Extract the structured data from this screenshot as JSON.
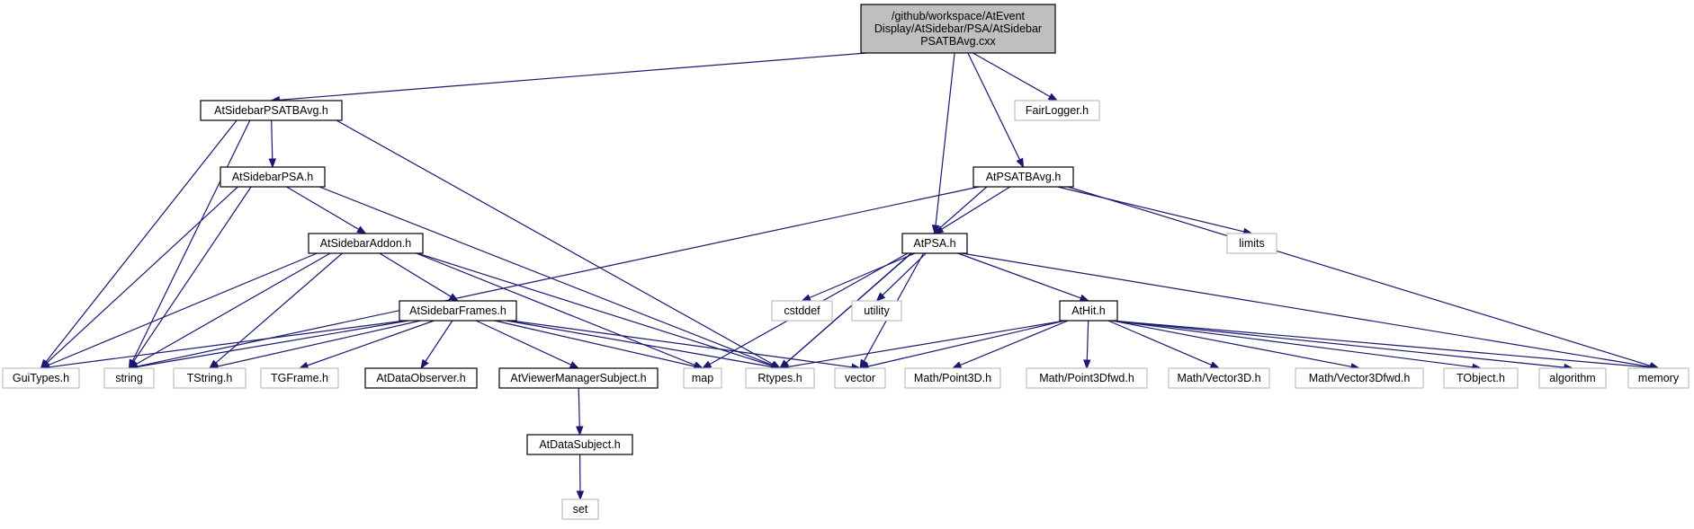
{
  "graph": {
    "nodes": [
      {
        "id": "root",
        "kind": "main",
        "lines": [
          "/github/workspace/AtEvent",
          "Display/AtSidebar/PSA/AtSidebar",
          "PSATBAvg.cxx"
        ]
      },
      {
        "id": "AtSidebarPSATBAvg_h",
        "kind": "doc",
        "lines": [
          "AtSidebarPSATBAvg.h"
        ]
      },
      {
        "id": "FairLogger_h",
        "kind": "ext",
        "lines": [
          "FairLogger.h"
        ]
      },
      {
        "id": "AtSidebarPSA_h",
        "kind": "doc",
        "lines": [
          "AtSidebarPSA.h"
        ]
      },
      {
        "id": "AtPSATBAvg_h",
        "kind": "doc",
        "lines": [
          "AtPSATBAvg.h"
        ]
      },
      {
        "id": "AtSidebarAddon_h",
        "kind": "doc",
        "lines": [
          "AtSidebarAddon.h"
        ]
      },
      {
        "id": "AtPSA_h",
        "kind": "doc",
        "lines": [
          "AtPSA.h"
        ]
      },
      {
        "id": "limits",
        "kind": "ext",
        "lines": [
          "limits"
        ]
      },
      {
        "id": "AtSidebarFrames_h",
        "kind": "doc",
        "lines": [
          "AtSidebarFrames.h"
        ]
      },
      {
        "id": "cstddef",
        "kind": "ext",
        "lines": [
          "cstddef"
        ]
      },
      {
        "id": "utility",
        "kind": "ext",
        "lines": [
          "utility"
        ]
      },
      {
        "id": "AtHit_h",
        "kind": "doc",
        "lines": [
          "AtHit.h"
        ]
      },
      {
        "id": "GuiTypes_h",
        "kind": "ext",
        "lines": [
          "GuiTypes.h"
        ]
      },
      {
        "id": "string",
        "kind": "ext",
        "lines": [
          "string"
        ]
      },
      {
        "id": "TString_h",
        "kind": "ext",
        "lines": [
          "TString.h"
        ]
      },
      {
        "id": "TGFrame_h",
        "kind": "ext",
        "lines": [
          "TGFrame.h"
        ]
      },
      {
        "id": "AtDataObserver_h",
        "kind": "doc",
        "lines": [
          "AtDataObserver.h"
        ]
      },
      {
        "id": "AtViewerManagerSubject_h",
        "kind": "doc",
        "lines": [
          "AtViewerManagerSubject.h"
        ]
      },
      {
        "id": "map",
        "kind": "ext",
        "lines": [
          "map"
        ]
      },
      {
        "id": "Rtypes_h",
        "kind": "ext",
        "lines": [
          "Rtypes.h"
        ]
      },
      {
        "id": "vector",
        "kind": "ext",
        "lines": [
          "vector"
        ]
      },
      {
        "id": "Math_Point3D_h",
        "kind": "ext",
        "lines": [
          "Math/Point3D.h"
        ]
      },
      {
        "id": "Math_Point3Dfwd_h",
        "kind": "ext",
        "lines": [
          "Math/Point3Dfwd.h"
        ]
      },
      {
        "id": "Math_Vector3D_h",
        "kind": "ext",
        "lines": [
          "Math/Vector3D.h"
        ]
      },
      {
        "id": "Math_Vector3Dfwd_h",
        "kind": "ext",
        "lines": [
          "Math/Vector3Dfwd.h"
        ]
      },
      {
        "id": "TObject_h",
        "kind": "ext",
        "lines": [
          "TObject.h"
        ]
      },
      {
        "id": "algorithm",
        "kind": "ext",
        "lines": [
          "algorithm"
        ]
      },
      {
        "id": "memory",
        "kind": "ext",
        "lines": [
          "memory"
        ]
      },
      {
        "id": "AtDataSubject_h",
        "kind": "doc",
        "lines": [
          "AtDataSubject.h"
        ]
      },
      {
        "id": "set",
        "kind": "ext",
        "lines": [
          "set"
        ]
      }
    ],
    "edges": [
      {
        "from": "root",
        "to": "AtSidebarPSATBAvg_h"
      },
      {
        "from": "root",
        "to": "FairLogger_h"
      },
      {
        "from": "root",
        "to": "AtPSATBAvg_h"
      },
      {
        "from": "root",
        "to": "AtPSA_h"
      },
      {
        "from": "AtSidebarPSATBAvg_h",
        "to": "AtSidebarPSA_h"
      },
      {
        "from": "AtSidebarPSATBAvg_h",
        "to": "GuiTypes_h"
      },
      {
        "from": "AtSidebarPSATBAvg_h",
        "to": "string"
      },
      {
        "from": "AtSidebarPSATBAvg_h",
        "to": "Rtypes_h"
      },
      {
        "from": "AtSidebarPSA_h",
        "to": "AtSidebarAddon_h"
      },
      {
        "from": "AtSidebarPSA_h",
        "to": "GuiTypes_h"
      },
      {
        "from": "AtSidebarPSA_h",
        "to": "string"
      },
      {
        "from": "AtSidebarPSA_h",
        "to": "Rtypes_h"
      },
      {
        "from": "AtPSATBAvg_h",
        "to": "AtPSA_h"
      },
      {
        "from": "AtPSATBAvg_h",
        "to": "limits"
      },
      {
        "from": "AtPSATBAvg_h",
        "to": "memory"
      },
      {
        "from": "AtPSATBAvg_h",
        "to": "string"
      },
      {
        "from": "AtPSATBAvg_h",
        "to": "Rtypes_h"
      },
      {
        "from": "AtSidebarAddon_h",
        "to": "AtSidebarFrames_h"
      },
      {
        "from": "AtSidebarAddon_h",
        "to": "GuiTypes_h"
      },
      {
        "from": "AtSidebarAddon_h",
        "to": "string"
      },
      {
        "from": "AtSidebarAddon_h",
        "to": "TString_h"
      },
      {
        "from": "AtSidebarAddon_h",
        "to": "map"
      },
      {
        "from": "AtSidebarAddon_h",
        "to": "Rtypes_h"
      },
      {
        "from": "AtPSA_h",
        "to": "AtHit_h"
      },
      {
        "from": "AtPSA_h",
        "to": "cstddef"
      },
      {
        "from": "AtPSA_h",
        "to": "utility"
      },
      {
        "from": "AtPSA_h",
        "to": "map"
      },
      {
        "from": "AtPSA_h",
        "to": "Rtypes_h"
      },
      {
        "from": "AtPSA_h",
        "to": "vector"
      },
      {
        "from": "AtPSA_h",
        "to": "memory"
      },
      {
        "from": "AtSidebarFrames_h",
        "to": "GuiTypes_h"
      },
      {
        "from": "AtSidebarFrames_h",
        "to": "string"
      },
      {
        "from": "AtSidebarFrames_h",
        "to": "TString_h"
      },
      {
        "from": "AtSidebarFrames_h",
        "to": "TGFrame_h"
      },
      {
        "from": "AtSidebarFrames_h",
        "to": "AtDataObserver_h"
      },
      {
        "from": "AtSidebarFrames_h",
        "to": "AtViewerManagerSubject_h"
      },
      {
        "from": "AtSidebarFrames_h",
        "to": "map"
      },
      {
        "from": "AtSidebarFrames_h",
        "to": "Rtypes_h"
      },
      {
        "from": "AtSidebarFrames_h",
        "to": "vector"
      },
      {
        "from": "AtHit_h",
        "to": "Rtypes_h"
      },
      {
        "from": "AtHit_h",
        "to": "vector"
      },
      {
        "from": "AtHit_h",
        "to": "Math_Point3D_h"
      },
      {
        "from": "AtHit_h",
        "to": "Math_Point3Dfwd_h"
      },
      {
        "from": "AtHit_h",
        "to": "Math_Vector3D_h"
      },
      {
        "from": "AtHit_h",
        "to": "Math_Vector3Dfwd_h"
      },
      {
        "from": "AtHit_h",
        "to": "TObject_h"
      },
      {
        "from": "AtHit_h",
        "to": "algorithm"
      },
      {
        "from": "AtHit_h",
        "to": "memory"
      },
      {
        "from": "AtViewerManagerSubject_h",
        "to": "AtDataSubject_h"
      },
      {
        "from": "AtDataSubject_h",
        "to": "set"
      }
    ]
  }
}
